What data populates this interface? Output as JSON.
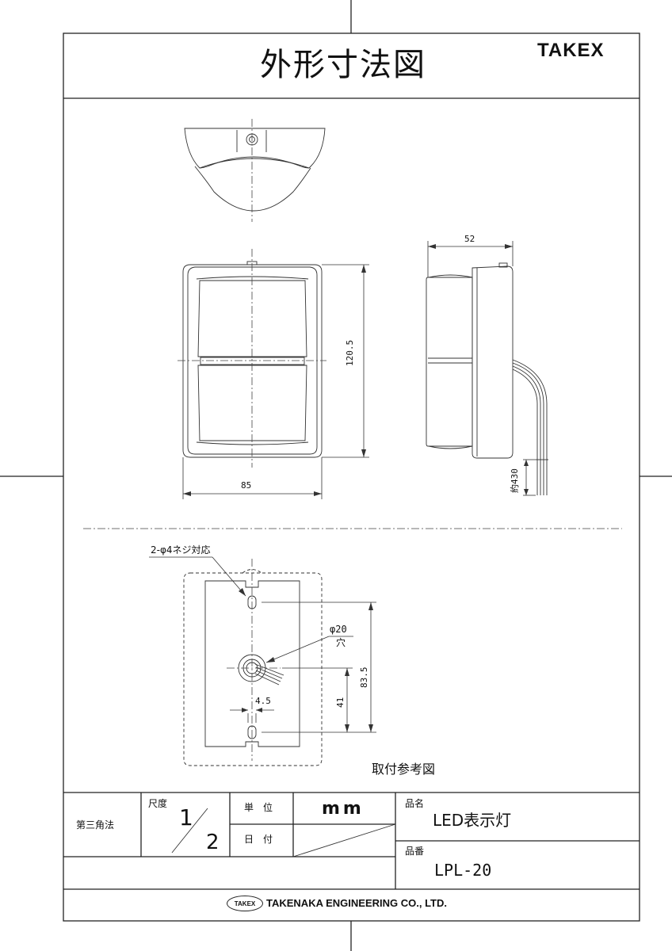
{
  "header": {
    "title": "外形寸法図",
    "brand": "TAKEX"
  },
  "dimensions": {
    "width_front": "85",
    "height_front": "120.5",
    "depth_side": "52",
    "cable_length": "約430",
    "screw_spec": "2-φ4ネジ対応",
    "hole_dia": "φ20",
    "hole_label": "穴",
    "pitch": "83.5",
    "hole_offset": "41",
    "slot_width": "4.5"
  },
  "drawing_caption": "取付参考図",
  "title_block": {
    "projection": "第三角法",
    "scale_label": "尺度",
    "scale_num": "1",
    "scale_den": "2",
    "unit_label": "単　位",
    "unit_value": "mm",
    "date_label": "日　付",
    "product_name_label": "品名",
    "product_name": "LED表示灯",
    "product_number_label": "品番",
    "product_number": "LPL-20",
    "company_logo": "TAKEX",
    "company": "TAKENAKA ENGINEERING CO., LTD."
  }
}
